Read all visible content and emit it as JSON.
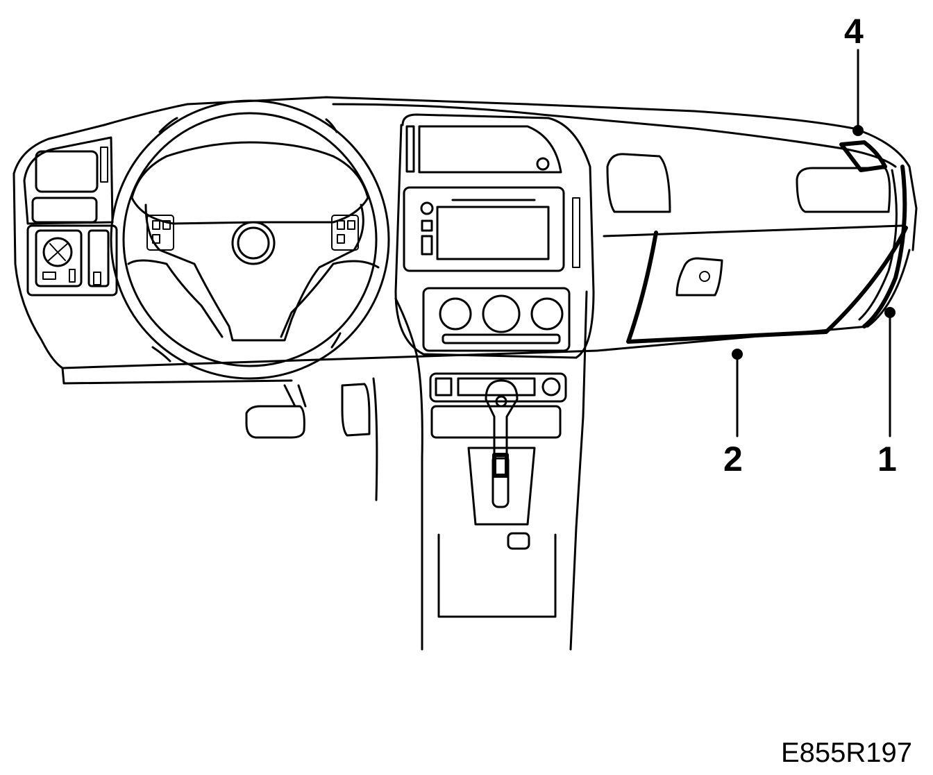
{
  "callouts": [
    {
      "id": "1",
      "label": "1"
    },
    {
      "id": "2",
      "label": "2"
    },
    {
      "id": "4",
      "label": "4"
    }
  ],
  "figure_id": "E855R197"
}
